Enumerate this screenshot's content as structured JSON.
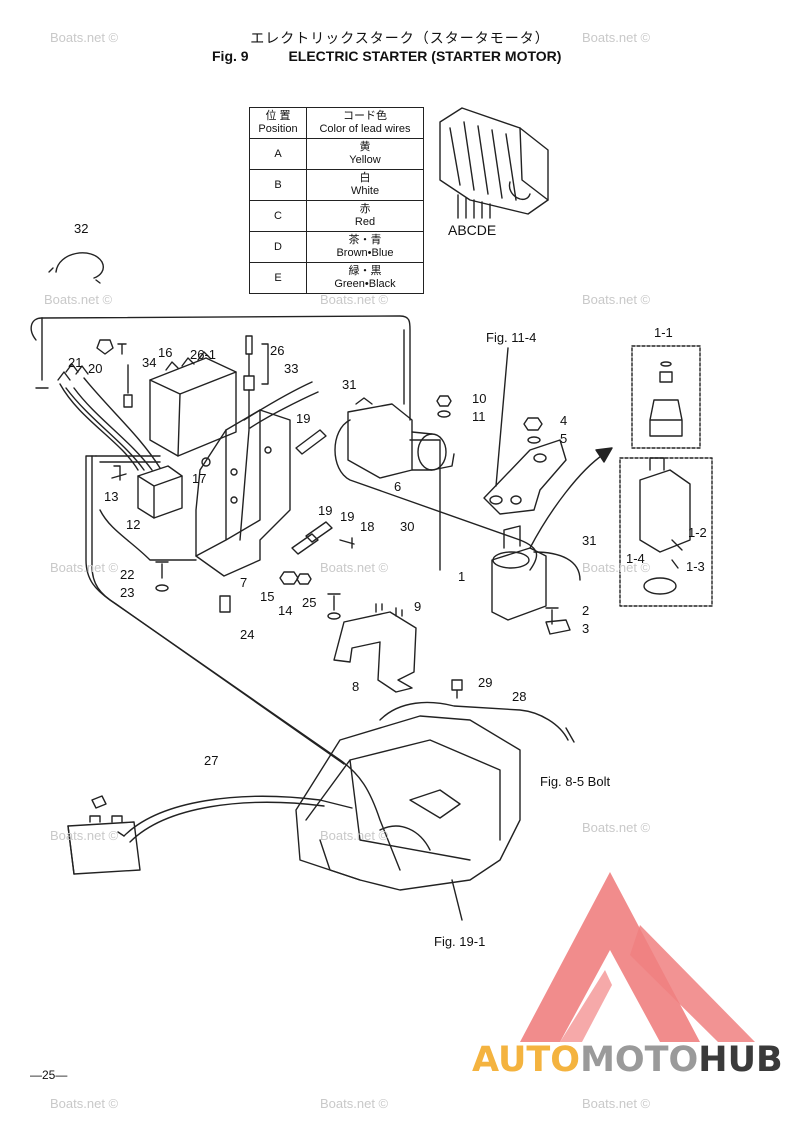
{
  "header": {
    "title_jp": "エレクトリックスターク（スタータモータ）",
    "fig_number": "Fig. 9",
    "title_en": "ELECTRIC STARTER (STARTER MOTOR)"
  },
  "wire_table": {
    "header_jp_1": "位 置",
    "header_en_1": "Position",
    "header_jp_2": "コード色",
    "header_en_2": "Color of lead wires",
    "rows": [
      {
        "position": "A",
        "color_jp": "黄",
        "color_en": "Yellow"
      },
      {
        "position": "B",
        "color_jp": "白",
        "color_en": "White"
      },
      {
        "position": "C",
        "color_jp": "赤",
        "color_en": "Red"
      },
      {
        "position": "D",
        "color_jp": "茶・青",
        "color_en": "Brown•Blue"
      },
      {
        "position": "E",
        "color_jp": "緑・黒",
        "color_en": "Green•Black"
      }
    ]
  },
  "connector_label": "ABCDE",
  "part_labels": {
    "p32": "32",
    "p21": "21",
    "p20": "20",
    "p34": "34",
    "p16": "16",
    "p26_1": "26-1",
    "p26": "26",
    "p33": "33",
    "p31a": "31",
    "p10": "10",
    "p11": "11",
    "p4": "4",
    "p5": "5",
    "p1_1": "1-1",
    "p19a": "19",
    "p13": "13",
    "p17": "17",
    "p12": "12",
    "p6": "6",
    "p19b": "19",
    "p19c": "19",
    "p18": "18",
    "p30": "30",
    "p1_2": "1-2",
    "p1_4": "1-4",
    "p1_3": "1-3",
    "p31b": "31",
    "p22": "22",
    "p7": "7",
    "p23": "23",
    "p15": "15",
    "p14": "14",
    "p25": "25",
    "p9": "9",
    "p1": "1",
    "p2": "2",
    "p3": "3",
    "p24": "24",
    "p8": "8",
    "p29": "29",
    "p28": "28",
    "p27": "27"
  },
  "references": {
    "fig_11_4": "Fig. 11-4",
    "fig_8_5": "Fig. 8-5 Bolt",
    "fig_19_1": "Fig. 19-1"
  },
  "watermark": "Boats.net ©",
  "page_number": "—25—",
  "brand": {
    "part1": "AUTO",
    "part2": "MOTO",
    "part3": "HUB",
    "colors": {
      "auto": "#f4b33f",
      "moto": "#9a9a9a",
      "hub": "#3a3a3a",
      "logo_red": "#f08080"
    }
  }
}
